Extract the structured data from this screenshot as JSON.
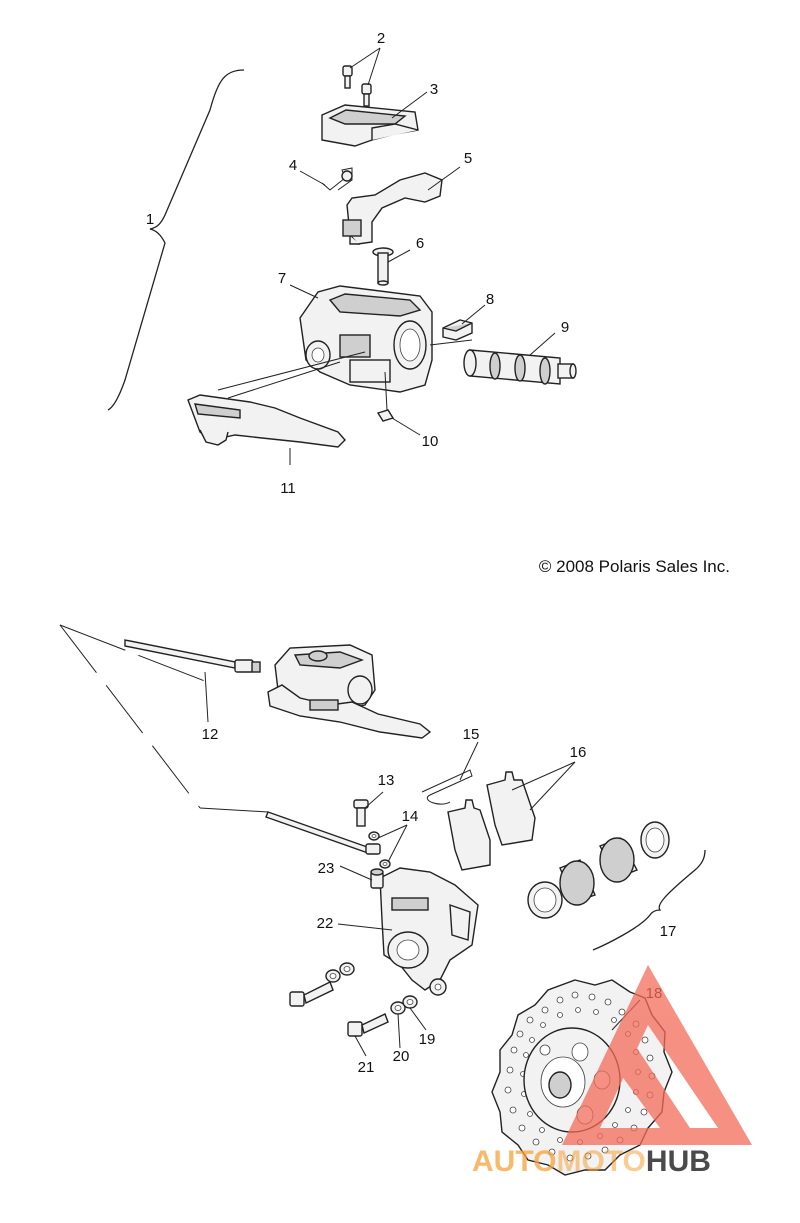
{
  "copyright": "© 2008 Polaris Sales Inc.",
  "callouts": [
    "1",
    "2",
    "3",
    "4",
    "5",
    "6",
    "7",
    "8",
    "9",
    "10",
    "11",
    "12",
    "13",
    "14",
    "15",
    "16",
    "17",
    "18",
    "19",
    "20",
    "21",
    "22",
    "23"
  ],
  "watermark": {
    "part1": "AUTO",
    "part2": "MOTO",
    "part3": "HUB",
    "colors": {
      "accent": "#f36c5a",
      "orange": "#f6a23a",
      "dark": "#4a4a4a"
    }
  }
}
